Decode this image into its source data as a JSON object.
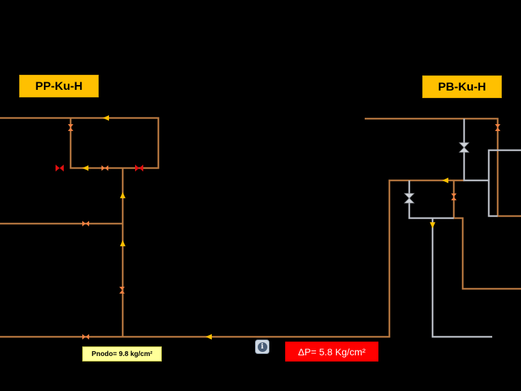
{
  "labels": {
    "pp_station": "PP-Ku-H",
    "pb_station": "PB-Ku-H",
    "pnodo": "Pnodo=  9.8  kg/cm²",
    "delta_p": "ΔP= 5.8 Kg/cm²"
  },
  "colors": {
    "background": "#000000",
    "pipe": "#b5763f",
    "pipe_gray": "#b8bcc4",
    "flow_arrow": "#ffc000",
    "valve_open": "#f08040",
    "valve_closed": "#e01010",
    "valve_gray": "#d0d4da",
    "label_fill": "#ffc000",
    "pnodo_fill": "#ffff99",
    "delta_fill": "#ff0000"
  },
  "icons": {
    "info": "info-icon"
  }
}
